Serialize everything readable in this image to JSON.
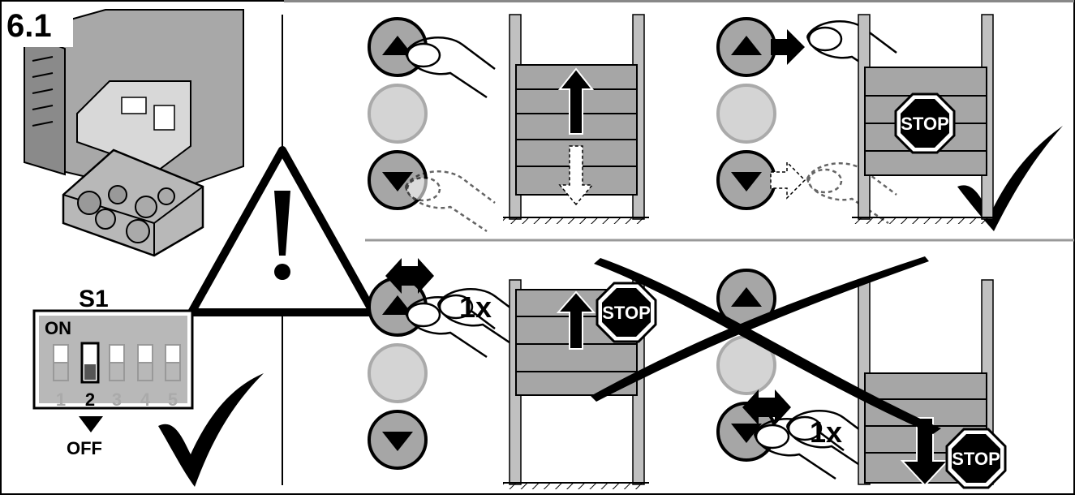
{
  "figure": {
    "label": "6.1"
  },
  "dip_switch": {
    "name": "S1",
    "on_label": "ON",
    "off_label": "OFF",
    "switches": [
      "1",
      "2",
      "3",
      "4",
      "5"
    ],
    "active_switch": "2"
  },
  "stop_sign": {
    "text": "STOP"
  },
  "press_count": {
    "text": "1x"
  },
  "colors": {
    "line": "#000000",
    "panel_grey": "#a6a6a6",
    "button_grey": "#c9c9c9",
    "frame_grey": "#b0b0b0"
  }
}
